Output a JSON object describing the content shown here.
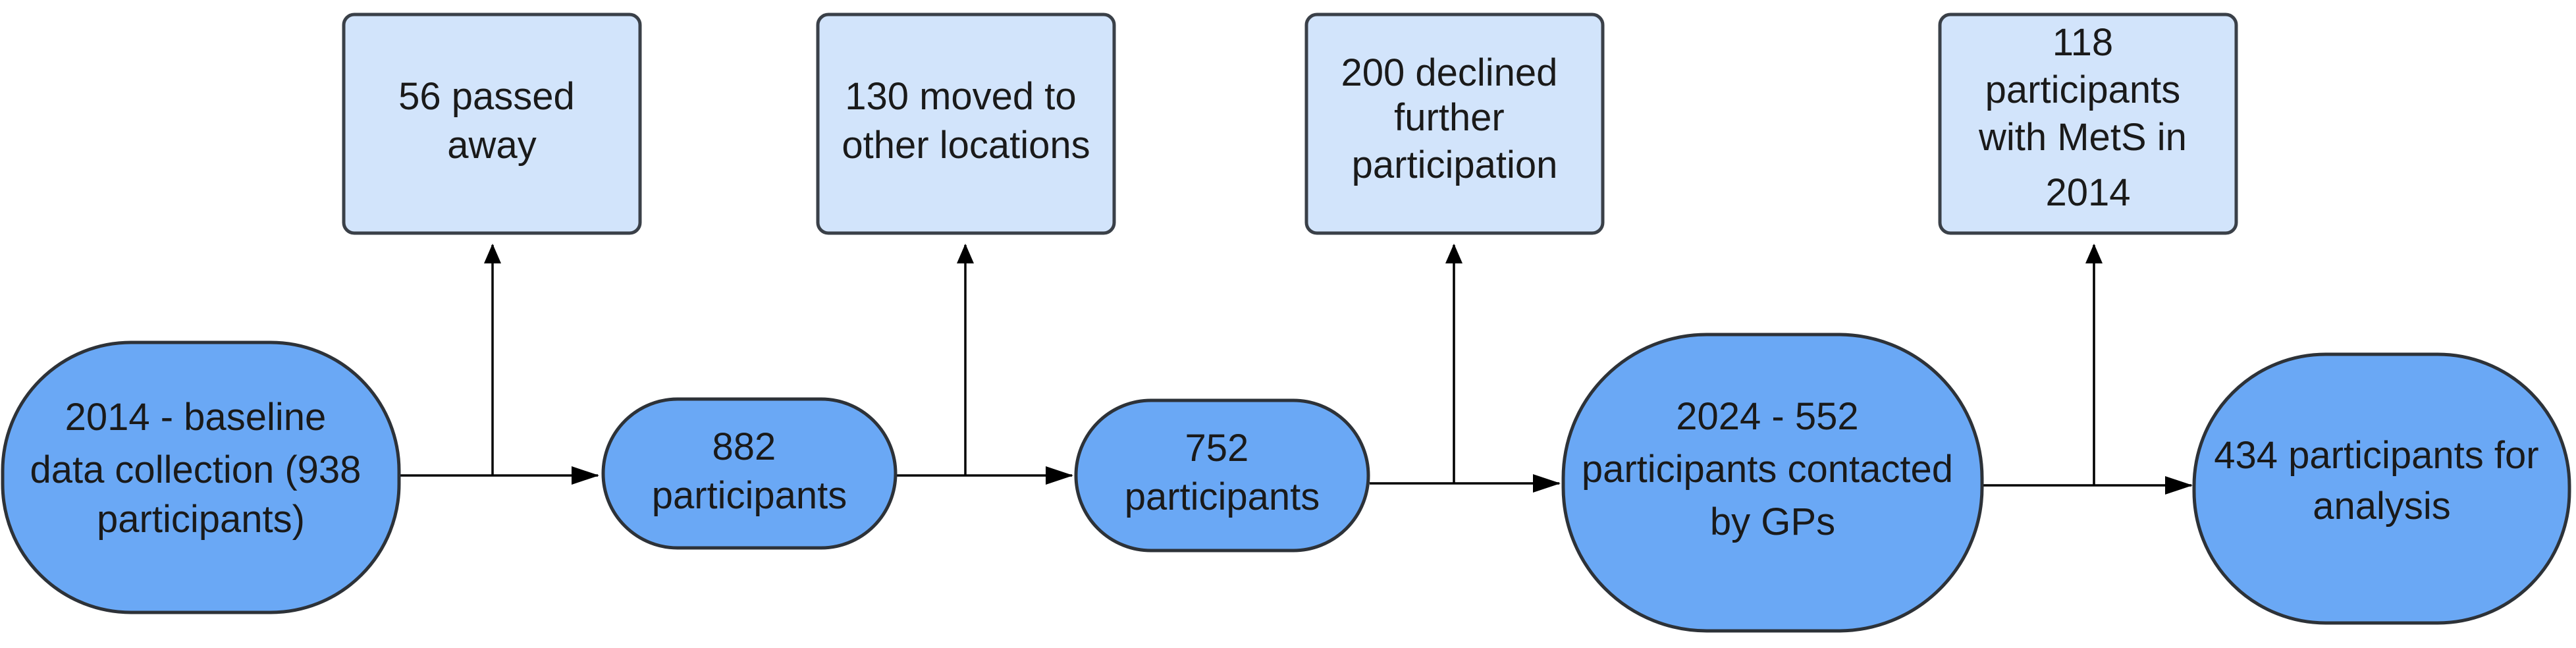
{
  "flow": {
    "main": [
      {
        "id": "baseline",
        "lines": [
          "2014 - baseline",
          "data collection (938",
          "participants)"
        ]
      },
      {
        "id": "n882",
        "lines": [
          "882",
          "participants"
        ]
      },
      {
        "id": "n752",
        "lines": [
          "752",
          "participants"
        ]
      },
      {
        "id": "contacted",
        "lines": [
          "2024 - 552",
          "participants contacted",
          "by GPs"
        ]
      },
      {
        "id": "analysis",
        "lines": [
          "434 participants for",
          "analysis"
        ]
      }
    ],
    "exclusions": [
      {
        "id": "passed",
        "lines": [
          "56 passed",
          "away"
        ]
      },
      {
        "id": "moved",
        "lines": [
          "130 moved to",
          "other locations"
        ]
      },
      {
        "id": "declined",
        "lines": [
          "200 declined",
          "further",
          "participation"
        ]
      },
      {
        "id": "mets",
        "lines": [
          "118",
          "participants",
          "with MetS in",
          "2014"
        ]
      }
    ]
  },
  "colors": {
    "main_fill": "#6aa8f5",
    "exclusion_fill": "#d2e4fb",
    "stroke": "#2d3238",
    "arrow": "#000000"
  }
}
